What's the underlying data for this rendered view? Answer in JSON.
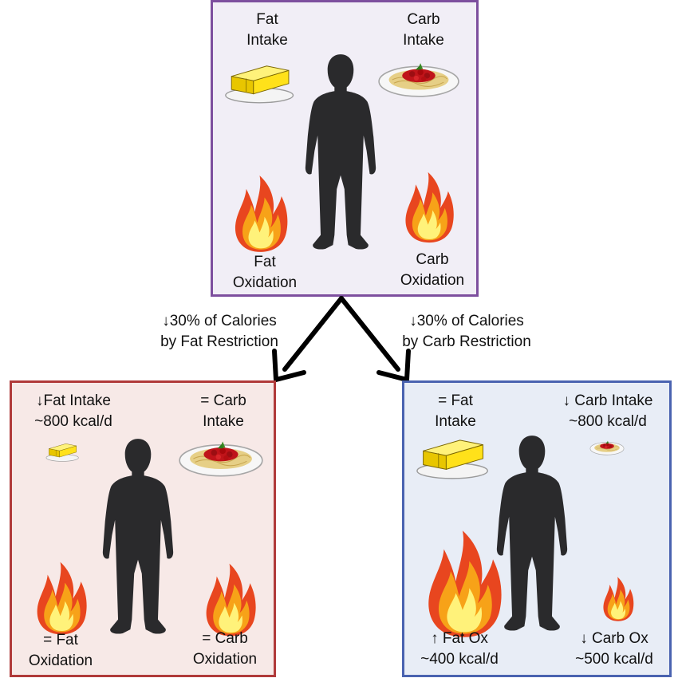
{
  "colors": {
    "top_border": "#7d4f9e",
    "top_fill": "#f1eef6",
    "left_border": "#b03a3a",
    "left_fill": "#f7e9e7",
    "right_border": "#4a63b0",
    "right_fill": "#e8edf6",
    "silhouette": "#2a2a2c"
  },
  "top_panel": {
    "fat_intake": [
      "Fat",
      "Intake"
    ],
    "carb_intake": [
      "Carb",
      "Intake"
    ],
    "fat_oxidation": [
      "Fat",
      "Oxidation"
    ],
    "carb_oxidation": [
      "Carb",
      "Oxidation"
    ]
  },
  "arrows": {
    "left": [
      "↓30% of Calories",
      "by Fat Restriction"
    ],
    "right": [
      "↓30% of Calories",
      "by Carb Restriction"
    ]
  },
  "left_panel": {
    "fat_intake": [
      "↓Fat Intake",
      "~800 kcal/d"
    ],
    "carb_intake": [
      "= Carb",
      "Intake"
    ],
    "fat_oxidation": [
      "= Fat",
      "Oxidation"
    ],
    "carb_oxidation": [
      "= Carb",
      "Oxidation"
    ]
  },
  "right_panel": {
    "fat_intake": [
      "= Fat",
      "Intake"
    ],
    "carb_intake": [
      "↓ Carb Intake",
      "~800 kcal/d"
    ],
    "fat_oxidation": [
      "↑ Fat Ox",
      "~400 kcal/d"
    ],
    "carb_oxidation": [
      "↓ Carb Ox",
      "~500 kcal/d"
    ]
  },
  "icons": {
    "person": "person-silhouette-icon",
    "butter": "butter-block-icon",
    "pasta": "pasta-plate-icon",
    "flame": "flame-icon"
  }
}
